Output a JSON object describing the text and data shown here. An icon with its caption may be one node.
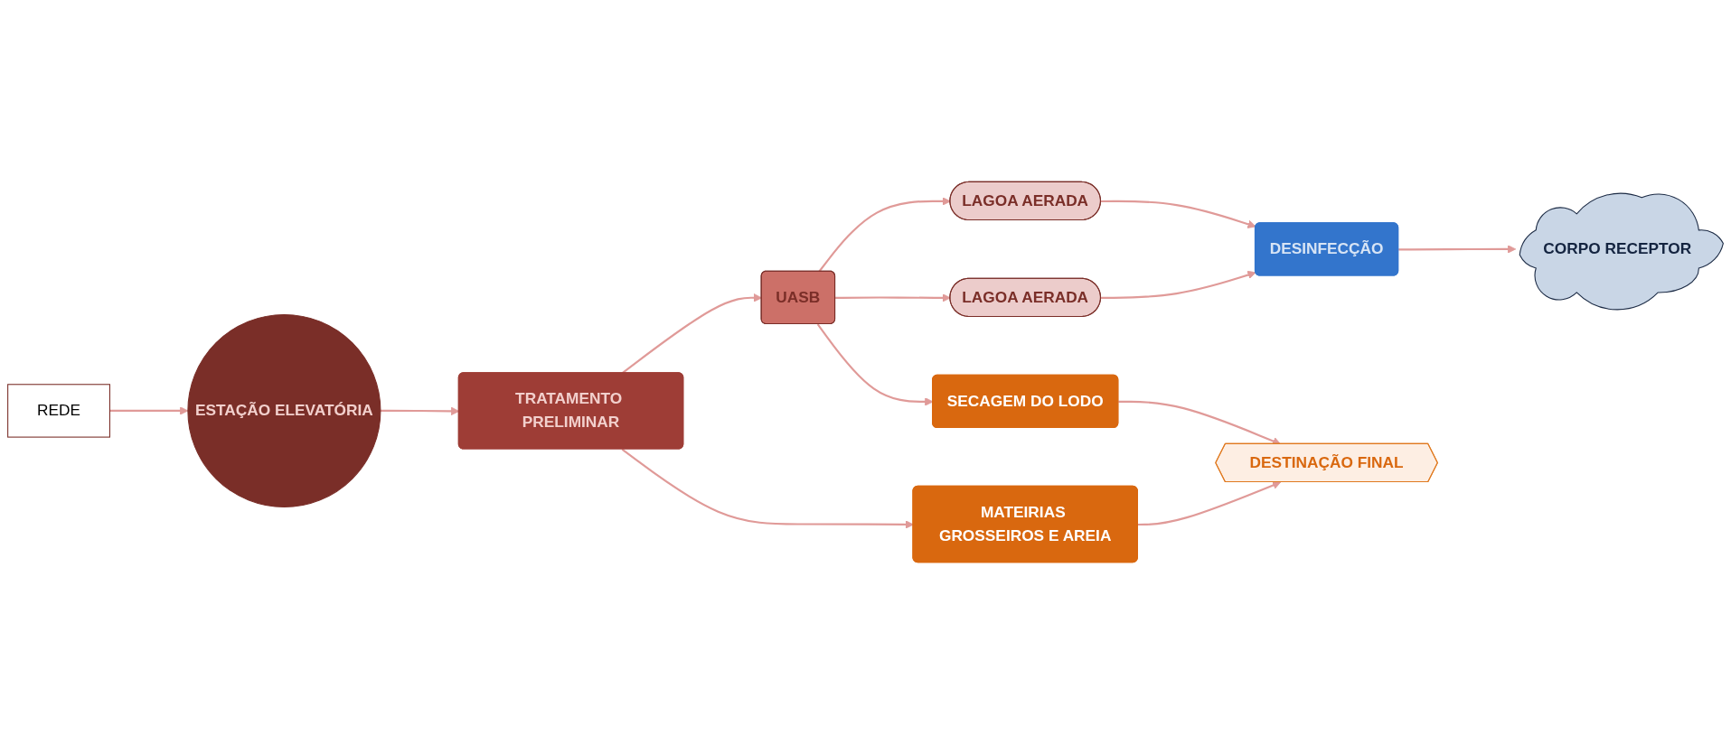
{
  "diagram": {
    "nodes": [
      {
        "text": [
          "REDE"
        ]
      },
      {
        "text": [
          "ESTAÇÃO ELEVATÓRIA"
        ]
      },
      {
        "text": [
          "TRATAMENTO PRELIMINAR"
        ]
      },
      {
        "text": [
          "UASB"
        ]
      },
      {
        "text": [
          "LAGOA AERADA"
        ]
      },
      {
        "text": [
          "LAGOA AERADA"
        ]
      },
      {
        "text": [
          "DESINFECÇÃO"
        ]
      },
      {
        "text": [
          "MATEIRIAS GROSSEIROS E AREIA"
        ]
      },
      {
        "text": [
          "SECAGEM DO LODO"
        ]
      },
      {
        "text": [
          "DESTINAÇÃO FINAL"
        ]
      },
      {
        "text": [
          "CORPO RECEPTOR"
        ]
      }
    ],
    "edges": [
      {
        "from": 0,
        "to": 1,
        "arrow": "to"
      },
      {
        "from": 1,
        "to": 2,
        "arrow": "to"
      },
      {
        "from": 2,
        "to": 3,
        "arrow": "to"
      },
      {
        "from": 3,
        "to": 4,
        "arrow": "to"
      },
      {
        "from": 3,
        "to": 5,
        "arrow": "to"
      },
      {
        "from": 4,
        "to": 6,
        "arrow": "to"
      },
      {
        "from": 5,
        "to": 6,
        "arrow": "to"
      },
      {
        "from": 6,
        "to": 10,
        "arrow": "to"
      },
      {
        "from": 2,
        "to": 7,
        "arrow": "to"
      },
      {
        "from": 3,
        "to": 8,
        "arrow": "to"
      },
      {
        "from": 7,
        "to": 9,
        "arrow": "to"
      },
      {
        "from": 8,
        "to": 9,
        "arrow": "to"
      }
    ]
  }
}
